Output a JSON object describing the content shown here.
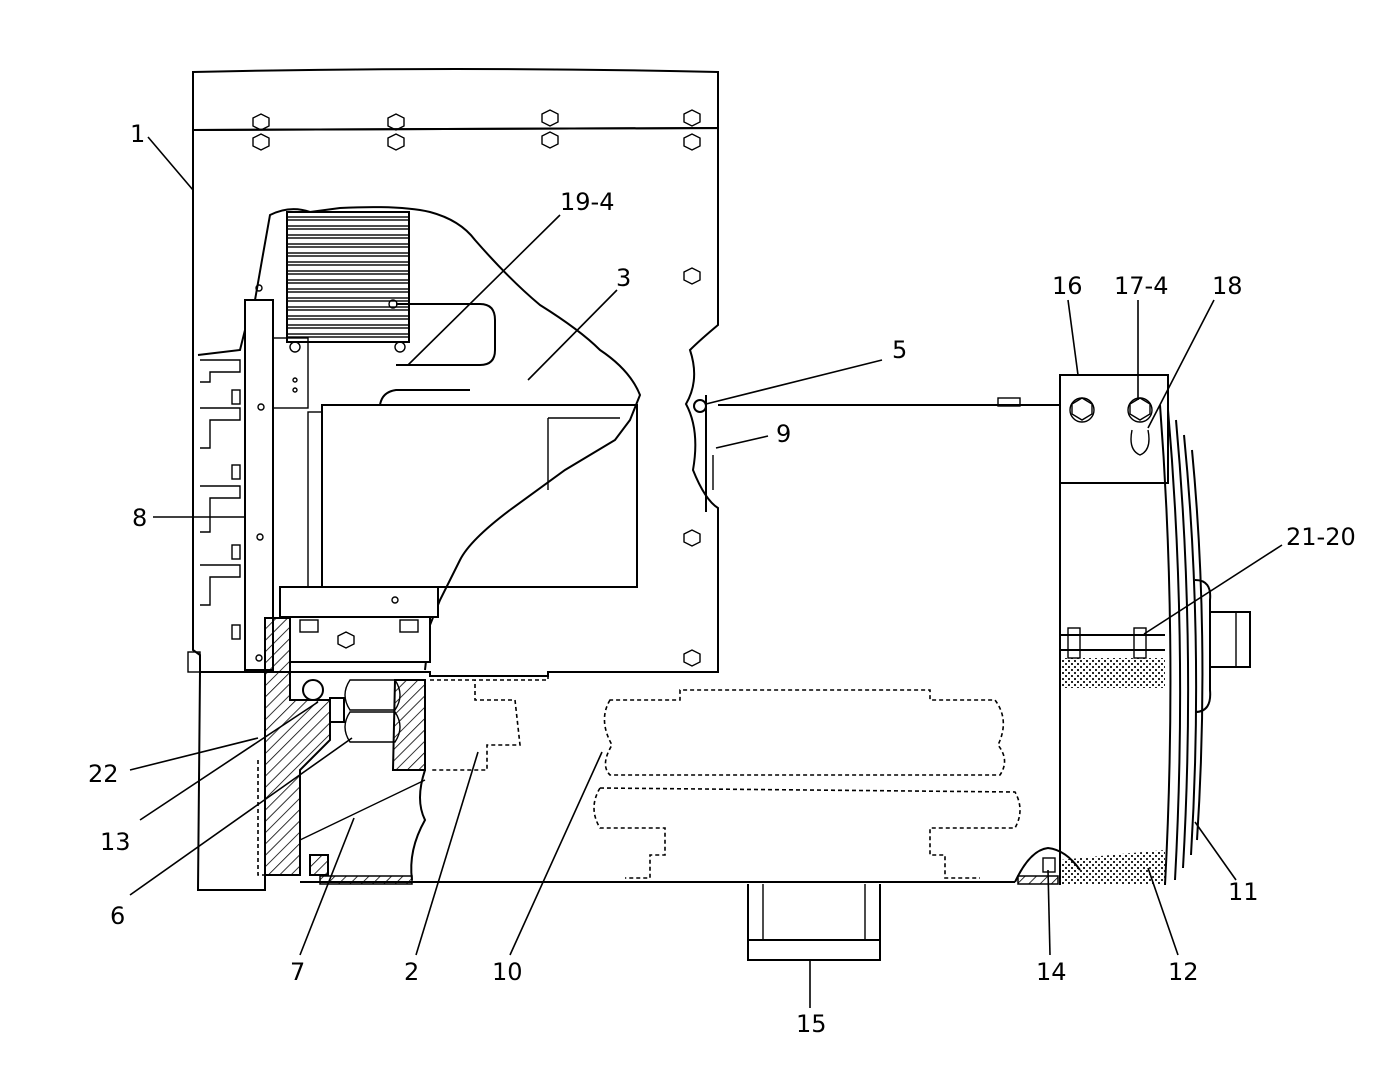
{
  "callouts": {
    "c1": "1",
    "c19_4": "19-4",
    "c3": "3",
    "c5": "5",
    "c9": "9",
    "c8": "8",
    "c16": "16",
    "c17_4": "17-4",
    "c18": "18",
    "c21_20": "21-20",
    "c22": "22",
    "c13": "13",
    "c6": "6",
    "c7": "7",
    "c2": "2",
    "c10": "10",
    "c15": "15",
    "c14": "14",
    "c12": "12",
    "c11": "11"
  }
}
